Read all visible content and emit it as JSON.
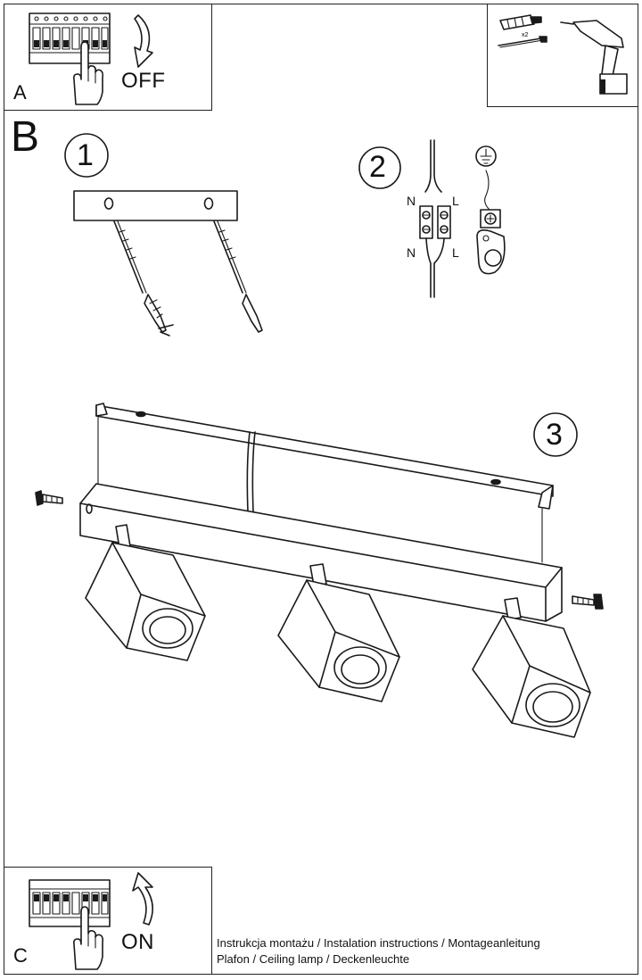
{
  "sections": {
    "a": {
      "letter": "A",
      "state": "OFF"
    },
    "b": {
      "letter": "B"
    },
    "c": {
      "letter": "C",
      "state": "ON"
    }
  },
  "tools": {
    "quantity_label": "x2"
  },
  "steps": [
    {
      "number": "1"
    },
    {
      "number": "2",
      "neutral": "N",
      "live": "L"
    },
    {
      "number": "3"
    }
  ],
  "footer": {
    "line1": "Instrukcja montażu / Instalation instructions / Montageanleitung",
    "line2": "Plafon / Ceiling lamp / Deckenleuchte"
  }
}
